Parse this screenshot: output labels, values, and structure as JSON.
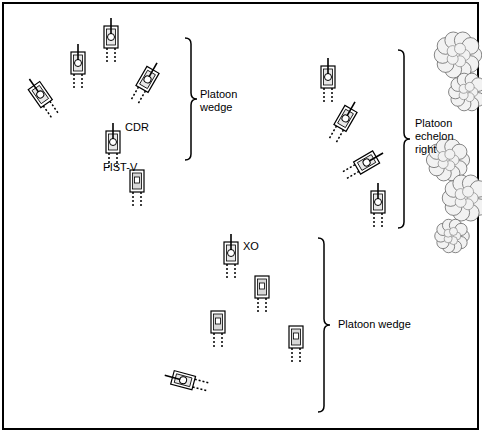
{
  "diagram": {
    "labels": [
      "Platoon wedge",
      "CDR",
      "FIST-V",
      "Platoon echelon right",
      "XO",
      "Platoon wedge"
    ]
  }
}
